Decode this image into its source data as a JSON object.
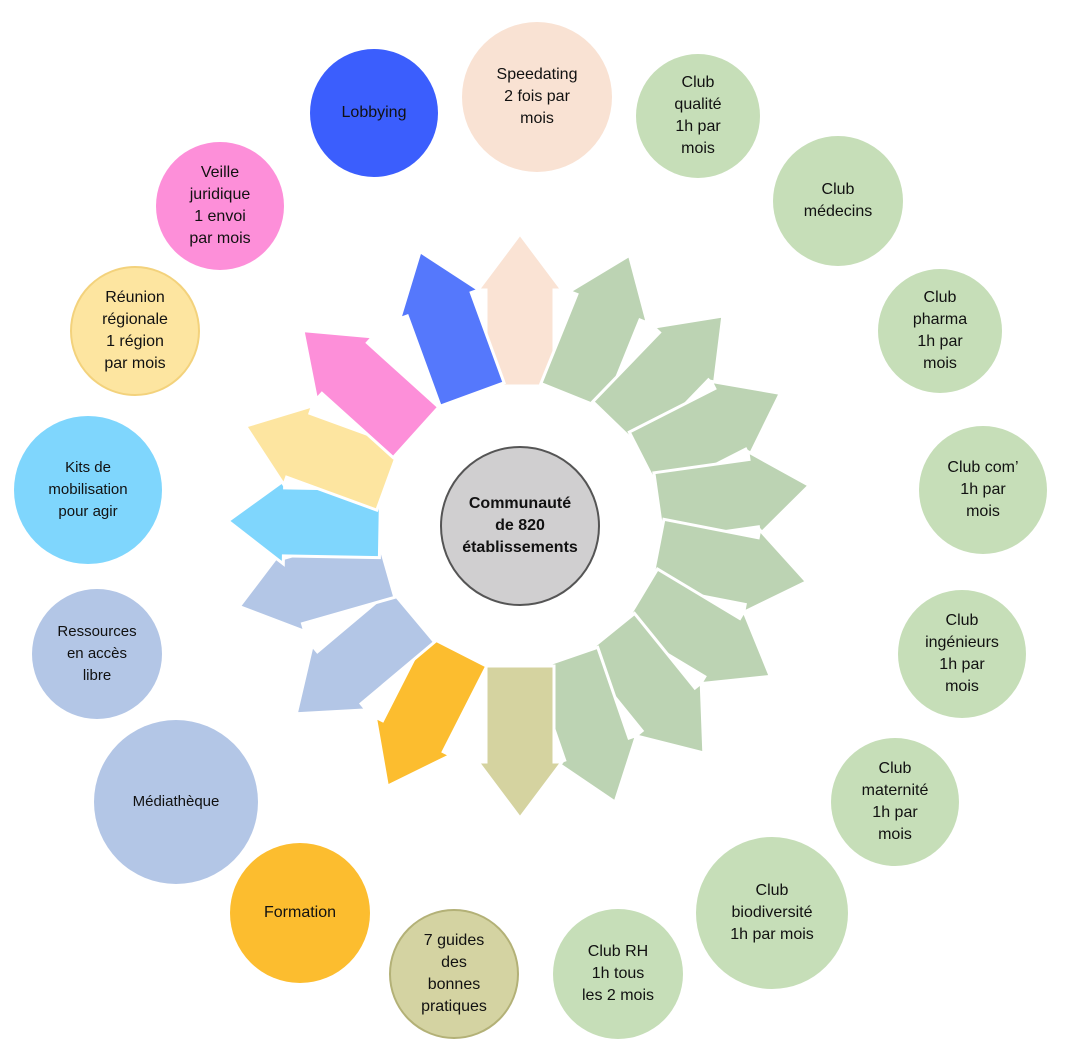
{
  "center": {
    "label": "Communauté\nde 820\nétablissements",
    "color": "#d0cfd0",
    "border": "#555555"
  },
  "nodes": [
    {
      "id": "speedating",
      "label": "Speedating\n2 fois par\nmois",
      "color": "#f9e2d3"
    },
    {
      "id": "club-qualite",
      "label": "Club\nqualité\n1h par\nmois",
      "color": "#c6deb8"
    },
    {
      "id": "club-medecins",
      "label": "Club\nmédecins",
      "color": "#c6deb8"
    },
    {
      "id": "club-pharma",
      "label": "Club\npharma\n1h par\nmois",
      "color": "#c6deb8"
    },
    {
      "id": "club-com",
      "label": "Club com’\n1h par\nmois",
      "color": "#c6deb8"
    },
    {
      "id": "club-ingenieurs",
      "label": "Club\ningénieurs\n1h par\nmois",
      "color": "#c6deb8"
    },
    {
      "id": "club-maternite",
      "label": "Club\nmaternité\n1h par\nmois",
      "color": "#c6deb8"
    },
    {
      "id": "club-biodiversite",
      "label": "Club\nbiodiversité\n1h par mois",
      "color": "#c6deb8"
    },
    {
      "id": "club-rh",
      "label": "Club RH\n1h tous\nles 2 mois",
      "color": "#c6deb8"
    },
    {
      "id": "guides",
      "label": "7 guides\ndes\nbonnes\npratiques",
      "color": "#d4d3a2",
      "border": "#b3b177"
    },
    {
      "id": "formation",
      "label": "Formation",
      "color": "#fcbd2f"
    },
    {
      "id": "mediatheque",
      "label": "Médiathèque",
      "color": "#b3c6e6"
    },
    {
      "id": "ressources",
      "label": "Ressources\nen accès\nlibre",
      "color": "#b3c6e6"
    },
    {
      "id": "kits",
      "label": "Kits de\nmobilisation\npour agir",
      "color": "#7fd6fd"
    },
    {
      "id": "reunion",
      "label": "Réunion\nrégionale\n1 région\npar mois",
      "color": "#fde5a0",
      "border": "#f3d27c"
    },
    {
      "id": "veille",
      "label": "Veille\njuridique\n1 envoi\npar mois",
      "color": "#fd8fd9"
    },
    {
      "id": "lobbying",
      "label": "Lobbying",
      "color": "#3b5efd"
    }
  ],
  "arrows": [
    {
      "color": "#fae3d4"
    },
    {
      "color": "#bcd3b3"
    },
    {
      "color": "#bcd3b3"
    },
    {
      "color": "#bcd3b3"
    },
    {
      "color": "#bcd3b3"
    },
    {
      "color": "#bcd3b3"
    },
    {
      "color": "#bcd3b3"
    },
    {
      "color": "#bcd3b3"
    },
    {
      "color": "#bcd3b3"
    },
    {
      "color": "#d5d3a0"
    },
    {
      "color": "#fcbd2f"
    },
    {
      "color": "#b3c6e6"
    },
    {
      "color": "#b3c6e6"
    },
    {
      "color": "#7fd6fd"
    },
    {
      "color": "#fde5a0"
    },
    {
      "color": "#fd8fd9"
    },
    {
      "color": "#5578fc"
    }
  ]
}
